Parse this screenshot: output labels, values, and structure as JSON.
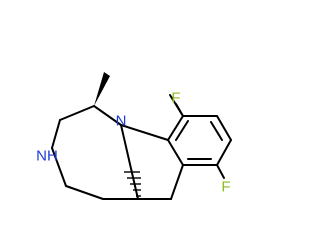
{
  "molecule": {
    "atoms": {
      "f_top": {
        "label": "F",
        "color": "#8dbe1e"
      },
      "f_bottom": {
        "label": "F",
        "color": "#8dbe1e"
      },
      "n_ring": {
        "label": "N",
        "color": "#1f3bd6"
      },
      "nh": {
        "label": "NH",
        "color": "#1f3bd6"
      }
    },
    "bond_color": "#000000",
    "background": "#ffffff"
  }
}
